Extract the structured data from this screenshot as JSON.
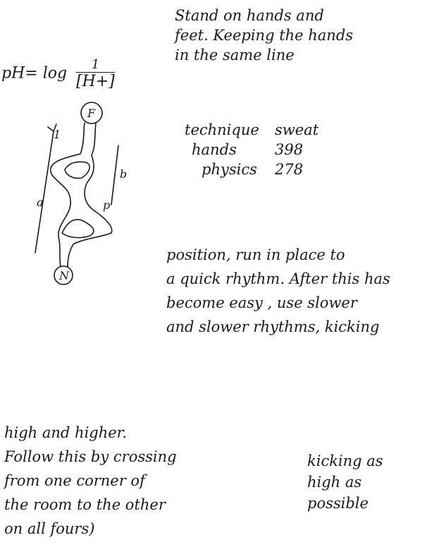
{
  "top_note": {
    "lines": [
      "Stand on hands and",
      "feet. Keeping the hands",
      "in the same line"
    ]
  },
  "formula": {
    "prefix": "pH= log",
    "numerator": "1",
    "denominator": "[H+]"
  },
  "table": {
    "headers": [
      "technique",
      "sweat"
    ],
    "rows": [
      {
        "label": "hands",
        "value": "398"
      },
      {
        "label": "physics",
        "value": "278"
      }
    ]
  },
  "mid_note": {
    "lines": [
      "position, run in place to",
      "a quick rhythm. After this has",
      "become easy , use slower",
      "and slower rhythms, kicking"
    ]
  },
  "bottom_left": {
    "lines": [
      "high and higher.",
      "Follow this by crossing",
      "from one corner of",
      "the room to the other",
      "on all fours)"
    ]
  },
  "bottom_right": {
    "lines": [
      "kicking as",
      "high as",
      "possible"
    ]
  },
  "diagram": {
    "top_node": "F",
    "bottom_node": "N",
    "arrow_label": "1",
    "label_a": "a",
    "label_b": "b",
    "label_p": "p"
  }
}
